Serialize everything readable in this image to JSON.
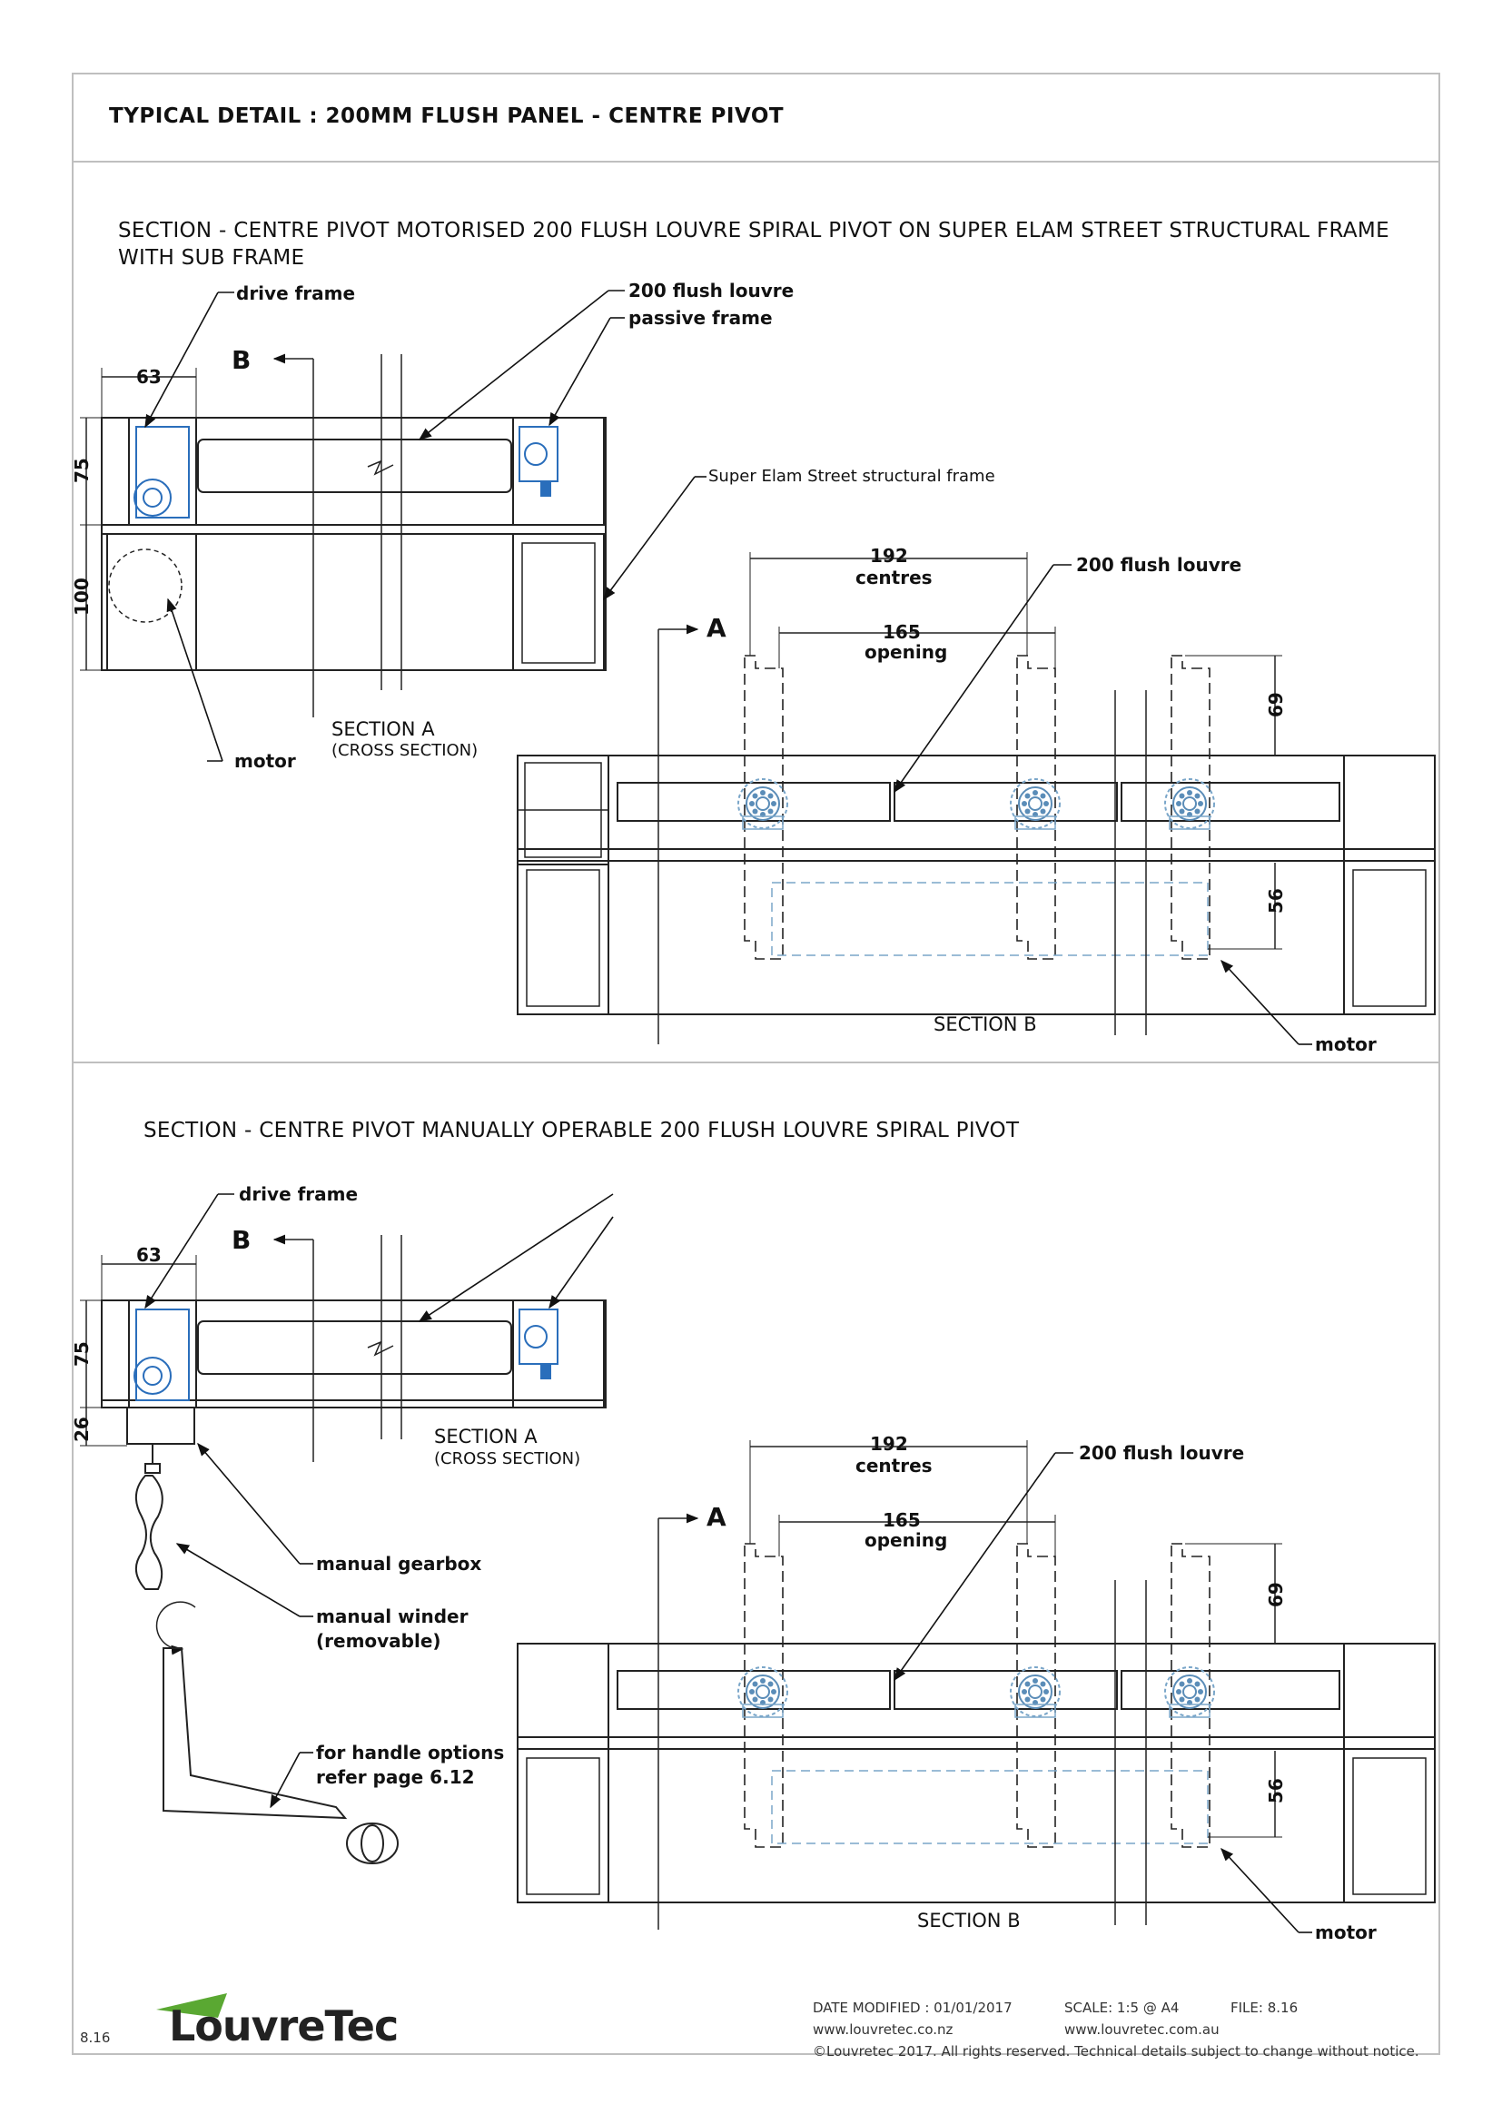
{
  "title": "TYPICAL DETAIL : 200MM FLUSH PANEL - CENTRE PIVOT",
  "section1": {
    "heading_line1": "SECTION - CENTRE PIVOT MOTORISED 200 FLUSH LOUVRE SPIRAL PIVOT ON SUPER ELAM STREET STRUCTURAL FRAME",
    "heading_line2": "WITH SUB FRAME",
    "labels": {
      "drive_frame": "drive frame",
      "flush_louvre": "200 flush louvre",
      "passive_frame": "passive frame",
      "structural_frame": "Super Elam Street structural frame",
      "flush_louvre_b": "200 flush louvre",
      "motor_a": "motor",
      "motor_b": "motor",
      "section_a": "SECTION A",
      "cross_section": "(CROSS SECTION)",
      "section_b": "SECTION B",
      "marker_a": "A",
      "marker_b": "B"
    },
    "dims": {
      "width_63": "63",
      "height_75": "75",
      "height_100": "100",
      "centres_value": "192",
      "centres_label": "centres",
      "opening_value": "165",
      "opening_label": "opening",
      "dim_69": "69",
      "dim_56": "56"
    }
  },
  "section2": {
    "heading": "SECTION - CENTRE PIVOT MANUALLY OPERABLE 200 FLUSH LOUVRE SPIRAL PIVOT",
    "labels": {
      "drive_frame": "drive frame",
      "manual_gearbox": "manual gearbox",
      "manual_winder": "manual winder",
      "removable": "(removable)",
      "handle_options": "for handle options",
      "refer_page": "refer page 6.12",
      "flush_louvre_b": "200 flush louvre",
      "motor_b": "motor",
      "section_a": "SECTION A",
      "cross_section": "(CROSS SECTION)",
      "section_b": "SECTION B",
      "marker_a": "A",
      "marker_b": "B"
    },
    "dims": {
      "width_63": "63",
      "height_75": "75",
      "height_26": "26",
      "centres_value": "192",
      "centres_label": "centres",
      "opening_value": "165",
      "opening_label": "opening",
      "dim_69": "69",
      "dim_56": "56"
    }
  },
  "footer": {
    "page_no": "8.16",
    "brand": "LouvreTec",
    "date_modified": "DATE MODIFIED : 01/01/2017",
    "scale": "SCALE: 1:5 @ A4",
    "file": "FILE: 8.16",
    "url_nz": "www.louvretec.co.nz",
    "url_au": "www.louvretec.com.au",
    "copyright": "©Louvretec 2017. All rights reserved. Technical details subject to change without notice."
  },
  "colors": {
    "line": "#222222",
    "accent_blue": "#2a6ebb",
    "pivot_blue": "#7aa6c9",
    "brand_green": "#5aa832"
  }
}
